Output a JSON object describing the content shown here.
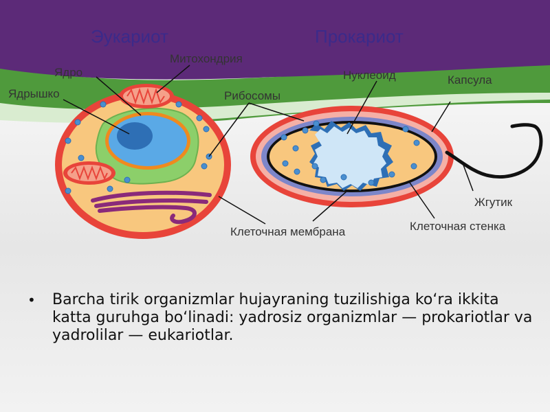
{
  "headers": {
    "eukaryote": "Эукариот",
    "prokaryote": "Прокариот"
  },
  "labels": {
    "nucleus": "Ядро",
    "nucleolus": "Ядрышко",
    "mitochondria": "Митохондрия",
    "ribosomes": "Рибосомы",
    "nucleoid": "Нуклеоид",
    "capsule": "Капсула",
    "flagellum": "Жгутик",
    "cell_membrane": "Клеточная мембрана",
    "cell_wall": "Клеточная стенка"
  },
  "bullet": {
    "symbol": "•",
    "text": "Barcha tirik organizmlar hujayraning tuzilishiga koʻra ikkita katta guruhga boʻlinadi: yadrosiz organizmlar — prokariotlar va yadrolilar — eukariotlar."
  },
  "colors": {
    "banner": "#5c2a78",
    "green_band": "#4f9a3c",
    "cell_outer": "#e8443a",
    "cytoplasm": "#f8c77e",
    "nucleus_blue": "#5aa9e6",
    "er_green": "#8ccf6a",
    "er_purple": "#8a2a7a"
  }
}
